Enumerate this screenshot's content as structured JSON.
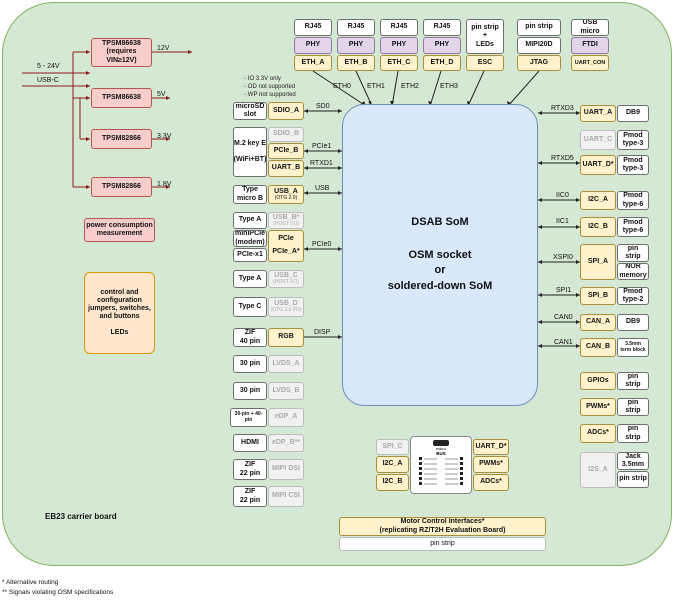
{
  "board_title": "EB23 carrier board",
  "som": {
    "line1": "DSAB SoM",
    "line2": "OSM socket\nor\nsoldered-down SoM"
  },
  "notes": {
    "n1": "IO 3.3V only",
    "n2": "OD not supported",
    "n3": "WP not supported"
  },
  "footnotes": {
    "f1": "*   Alternative routing",
    "f2": "** Signals violating OSM specifications"
  },
  "power": {
    "in1": "5 - 24V",
    "in2": "USB-C",
    "reg1": "TPSM86638\n(requires\nVIN≥12V)",
    "reg2": "TPSM86638",
    "reg3": "TPSM82866",
    "reg4": "TPSM82866",
    "v1": "12V",
    "v2": "5V",
    "v3": "3.3V",
    "v4": "1.8V",
    "measure": "power consumption\nmeasurement",
    "control": "control and\nconfiguration\njumpers, switches,\nand buttons\n\nLEDs"
  },
  "top": {
    "rj1": "RJ45",
    "rj2": "RJ45",
    "rj3": "RJ45",
    "rj4": "RJ45",
    "phy1": "PHY",
    "phy2": "PHY",
    "phy3": "PHY",
    "phy4": "PHY",
    "eth1": "ETH_A",
    "eth2": "ETH_B",
    "eth3": "ETH_C",
    "eth4": "ETH_D",
    "pin_leds": "pin strip\n+\nLEDs",
    "esc": "ESC",
    "pin_strip": "pin strip",
    "mipi20d": "MIPI20D",
    "jtag": "JTAG",
    "usb_micro": "USB\nmicro",
    "ftdi": "FTDI",
    "uart_con": "UART_CON",
    "w1": "ETH0",
    "w2": "ETH1",
    "w3": "ETH2",
    "w4": "ETH3"
  },
  "left": {
    "microsd": "microSD\nslot",
    "sdio_a": "SDIO_A",
    "sd0": "SD0",
    "m2": "M.2 key E\n\n(WiFi+BT)",
    "sdio_b": "SDIO_B",
    "pcie_b": "PCIe_B",
    "uart_b": "UART_B",
    "pcie1": "PCIe1",
    "rtxd1": "RTXD1",
    "type_micro": "Type\nmicro B",
    "usb_a": "USB_A",
    "usb_a_sub": "(OTG 2.0)",
    "usb": "USB",
    "type_a1": "Type A",
    "usb_b": "USB_B*",
    "usb_b_sub": "(HOST 2.0)",
    "minipcie": "miniPCIe\n(modem)",
    "pcie_x1": "PCIe-x1",
    "pcie_a": "PCIe_A*",
    "pcie0": "PCIe0",
    "type_a2": "Type A",
    "usb_c": "USB_C",
    "usb_c_sub": "(HOST 3.0)",
    "type_c": "Type C",
    "usb_d": "USB_D",
    "usb_d_sub": "(OTG 3.0 PD)",
    "zif40": "ZIF\n40 pin",
    "rgb": "RGB",
    "disp": "DISP",
    "pin30a": "30 pin",
    "lvds_a": "LVDS_A",
    "pin30b": "30 pin",
    "lvds_b": "LVDS_B",
    "pin30c": "30-pin + 40-pin",
    "edp_a": "eDP_A",
    "hdmi": "HDMI",
    "edp_b": "eDP_B**",
    "zif22a": "ZIF\n22 pin",
    "mipi_dsi": "MIPI DSI",
    "zif22b": "ZIF\n22 pin",
    "mipi_csi": "MIPI CSI"
  },
  "right": {
    "rtxd3": "RTXD3",
    "uart_a": "UART_A",
    "db9a": "DB9",
    "uart_c": "UART_C",
    "pmod3a": "Pmod\ntype-3",
    "rtxd5": "RTXD5",
    "uart_d": "UART_D*",
    "pmod3b": "Pmod\ntype-3",
    "iic0": "IIC0",
    "i2c_a": "I2C_A",
    "pmod6a": "Pmod\ntype-6",
    "iic1": "IIC1",
    "i2c_b": "I2C_B",
    "pmod6b": "Pmod\ntype-6",
    "xspi0": "XSPI0",
    "spi_a": "SPI_A",
    "pin_spi": "pin\nstrip",
    "nor": "NOR\nmemory",
    "spi1": "SPI1",
    "spi_b": "SPI_B",
    "pmod2": "Pmod\ntype-2",
    "can0": "CAN0",
    "can_a": "CAN_A",
    "db9b": "DB9",
    "can1": "CAN1",
    "can_b": "CAN_B",
    "term": "3.5mm\nterm block",
    "gpios": "GPIOs",
    "pin_g": "pin\nstrip",
    "pwms": "PWMs*",
    "pin_p": "pin\nstrip",
    "adcs": "ADCs*",
    "pin_a": "pin\nstrip",
    "i2s_a": "I2S_A",
    "jack": "Jack\n3.5mm",
    "pin_i2s": "pin strip"
  },
  "bottom": {
    "spi_c": "SPI_C",
    "i2c_a": "I2C_A",
    "i2c_b": "I2C_B",
    "uart_d": "UART_D*",
    "pwms": "PWMs*",
    "adcs": "ADCs*",
    "chip_line1": "mikro",
    "chip_line2": "BUS",
    "motor": "Motor Control Interfaces*\n(replicating RZ/T2H Evaluation Board)",
    "pin_strip": "pin strip"
  }
}
